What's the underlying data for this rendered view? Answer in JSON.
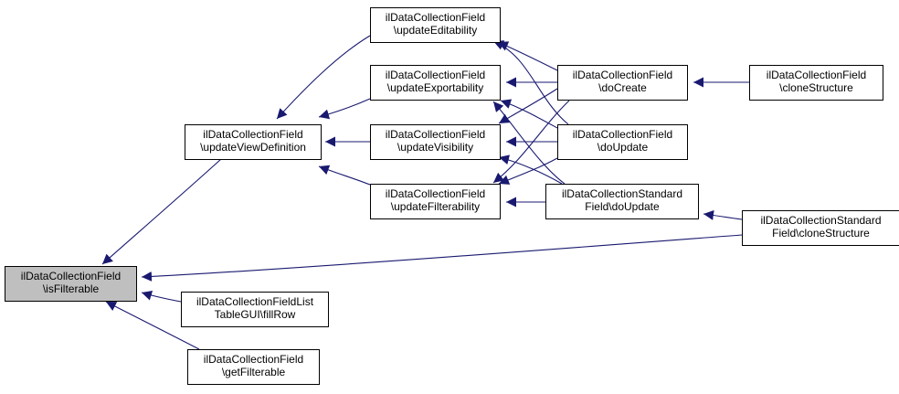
{
  "diagram": {
    "nodes": [
      {
        "id": "isFilterable",
        "lines": [
          "ilDataCollectionField",
          "\\isFilterable"
        ],
        "highlighted": true
      },
      {
        "id": "updateViewDefinition",
        "lines": [
          "ilDataCollectionField",
          "\\updateViewDefinition"
        ]
      },
      {
        "id": "updateEditability",
        "lines": [
          "ilDataCollectionField",
          "\\updateEditability"
        ]
      },
      {
        "id": "updateExportability",
        "lines": [
          "ilDataCollectionField",
          "\\updateExportability"
        ]
      },
      {
        "id": "updateVisibility",
        "lines": [
          "ilDataCollectionField",
          "\\updateVisibility"
        ]
      },
      {
        "id": "updateFilterability",
        "lines": [
          "ilDataCollectionField",
          "\\updateFilterability"
        ]
      },
      {
        "id": "doCreate",
        "lines": [
          "ilDataCollectionField",
          "\\doCreate"
        ]
      },
      {
        "id": "doUpdateField",
        "lines": [
          "ilDataCollectionField",
          "\\doUpdate"
        ]
      },
      {
        "id": "doUpdateStandard",
        "lines": [
          "ilDataCollectionStandard",
          "Field\\doUpdate"
        ]
      },
      {
        "id": "cloneStructureField",
        "lines": [
          "ilDataCollectionField",
          "\\cloneStructure"
        ]
      },
      {
        "id": "cloneStructureStandard",
        "lines": [
          "ilDataCollectionStandard",
          "Field\\cloneStructure"
        ]
      },
      {
        "id": "fillRow",
        "lines": [
          "ilDataCollectionFieldList",
          "TableGUI\\fillRow"
        ]
      },
      {
        "id": "getFilterable",
        "lines": [
          "ilDataCollectionField",
          "\\getFilterable"
        ]
      }
    ],
    "edges": [
      {
        "from": "updateViewDefinition",
        "to": "isFilterable"
      },
      {
        "from": "cloneStructureStandard",
        "to": "isFilterable"
      },
      {
        "from": "fillRow",
        "to": "isFilterable"
      },
      {
        "from": "getFilterable",
        "to": "isFilterable"
      },
      {
        "from": "updateEditability",
        "to": "updateViewDefinition"
      },
      {
        "from": "updateExportability",
        "to": "updateViewDefinition"
      },
      {
        "from": "updateVisibility",
        "to": "updateViewDefinition"
      },
      {
        "from": "updateFilterability",
        "to": "updateViewDefinition"
      },
      {
        "from": "doCreate",
        "to": "updateEditability"
      },
      {
        "from": "doUpdateField",
        "to": "updateEditability"
      },
      {
        "from": "doCreate",
        "to": "updateExportability"
      },
      {
        "from": "doUpdateField",
        "to": "updateExportability"
      },
      {
        "from": "doUpdateStandard",
        "to": "updateExportability"
      },
      {
        "from": "doCreate",
        "to": "updateVisibility"
      },
      {
        "from": "doUpdateField",
        "to": "updateVisibility"
      },
      {
        "from": "doUpdateStandard",
        "to": "updateVisibility"
      },
      {
        "from": "doCreate",
        "to": "updateFilterability"
      },
      {
        "from": "doUpdateField",
        "to": "updateFilterability"
      },
      {
        "from": "doUpdateStandard",
        "to": "updateFilterability"
      },
      {
        "from": "cloneStructureField",
        "to": "doCreate"
      },
      {
        "from": "cloneStructureStandard",
        "to": "doUpdateStandard"
      }
    ],
    "colors": {
      "edge": "#191970",
      "node_border": "#000000",
      "node_fill": "#ffffff",
      "highlight_fill": "#bfbfbf",
      "text": "#000000"
    }
  }
}
